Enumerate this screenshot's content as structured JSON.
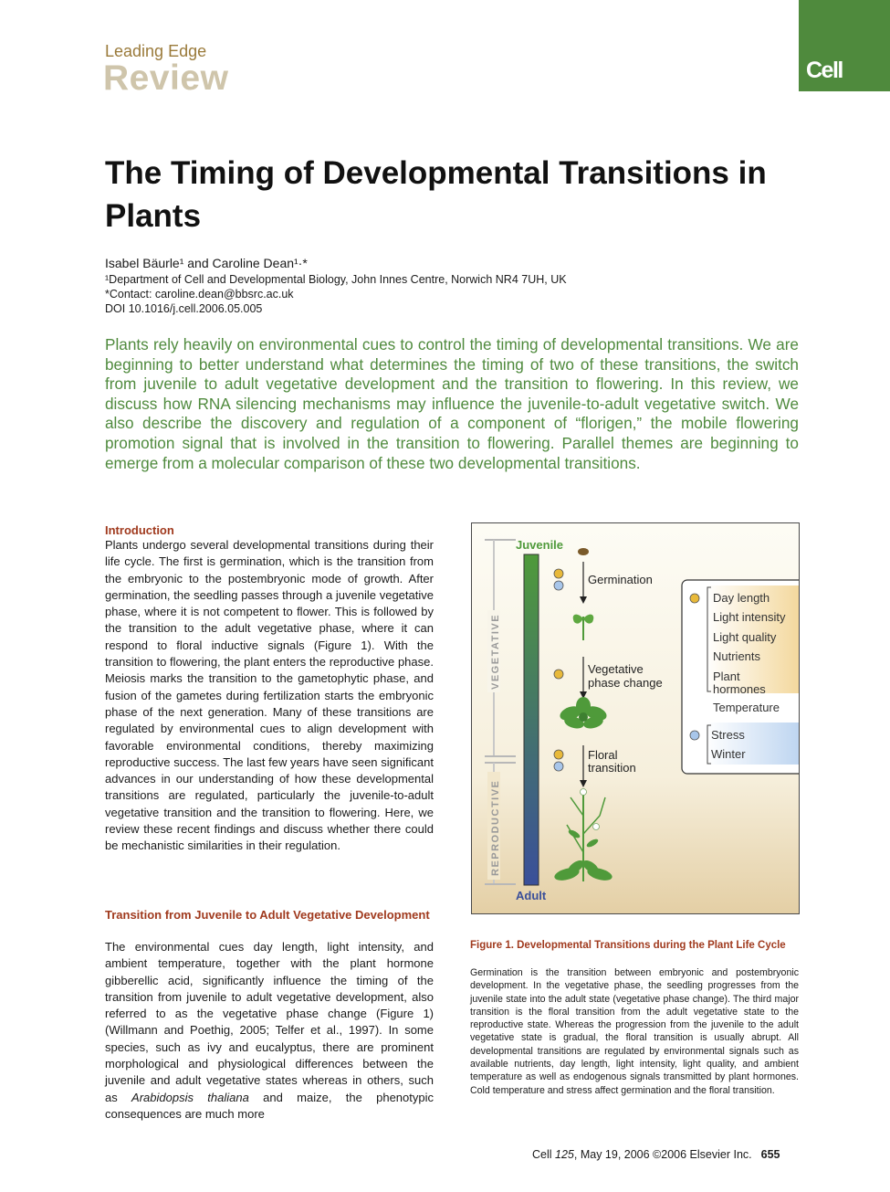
{
  "header": {
    "kicker": "Leading Edge",
    "section": "Review",
    "logo": "Cell",
    "logo_color": "#4f8a3d"
  },
  "article": {
    "title": "The Timing of Developmental Transitions in Plants",
    "authors": "Isabel Bäurle¹ and Caroline Dean¹·*",
    "affiliation": "¹Department of Cell and Developmental Biology, John Innes Centre, Norwich NR4 7UH, UK",
    "contact": "*Contact: caroline.dean@bbsrc.ac.uk",
    "doi": "DOI 10.1016/j.cell.2006.05.005",
    "abstract": "Plants rely heavily on environmental cues to control the timing of developmental transitions. We are beginning to better understand what determines the timing of two of these transitions, the switch from juvenile to adult vegetative development and the transition to flowering. In this review, we discuss how RNA silencing mechanisms may influence the juvenile-to-adult vegetative switch. We also describe the discovery and regulation of a component of “florigen,” the mobile flowering promotion signal that is involved in the transition to flowering. Parallel themes are beginning to emerge from a molecular comparison of these two developmental transitions."
  },
  "body": {
    "intro_heading": "Introduction",
    "intro_text": "Plants undergo several developmental transitions during their life cycle. The first is germination, which is the transition from the embryonic to the postembryonic mode of growth. After germination, the seedling passes through a juvenile vegetative phase, where it is not competent to flower. This is followed by the transition to the adult vegetative phase, where it can respond to floral inductive signals (Figure 1). With the transition to flowering, the plant enters the reproductive phase. Meiosis marks the transition to the gametophytic phase, and fusion of the gametes during fertilization starts the embryonic phase of the next generation. Many of these transitions are regulated by environmental cues to align development with favorable environmental conditions, thereby maximizing reproductive success. The last few years have seen significant advances in our understanding of how these developmental transitions are regulated, particularly the juvenile-to-adult vegetative transition and the transition to flowering. Here, we review these recent findings and discuss whether there could be mechanistic similarities in their regulation.",
    "section2_heading": "Transition from Juvenile to Adult Vegetative Development",
    "section2_text_a": "The environmental cues day length, light intensity, and ambient temperature, together with the plant hormone gibberellic acid, significantly influence the timing of the transition from juvenile to adult vegetative development, also referred to as the vegetative phase change (Figure 1) (Willmann and Poethig, 2005; Telfer et al., 1997). In some species, such as ivy and eucalyptus, there are prominent morphological and physiological differences between the juvenile and adult vegetative states whereas in others, such as ",
    "section2_italic": "Arabidopsis thaliana",
    "section2_text_b": " and maize, the phenotypic consequences are much more"
  },
  "figure": {
    "juvenile": "Juvenile",
    "adult": "Adult",
    "vegetative": "VEGETATIVE",
    "reproductive": "REPRODUCTIVE",
    "germination": "Germination",
    "vegetative_line1": "Vegetative",
    "vegetative_line2": "phase change",
    "floral_line1": "Floral",
    "floral_line2": "transition",
    "cues_positive": [
      "Day length",
      "Light intensity",
      "Light quality",
      "Nutrients",
      "Plant",
      "hormones",
      "Temperature"
    ],
    "cues_negative": [
      "Stress",
      "Winter"
    ],
    "colors": {
      "juvenile": "#4f9a3a",
      "adult": "#3a4f9a",
      "positive_dot": "#e8b93a",
      "negative_dot": "#a8c6ea"
    }
  },
  "caption": {
    "title": "Figure 1. Developmental Transitions during the Plant Life Cycle",
    "text": "Germination is the transition between embryonic and postembryonic development. In the vegetative phase, the seedling progresses from the juvenile state into the adult state (vegetative phase change). The third major transition is the floral transition from the adult vegetative state to the reproductive state. Whereas the progression from the juvenile to the adult vegetative state is gradual, the floral transition is usually abrupt. All developmental transitions are regulated by environmental signals such as available nutrients, day length, light intensity, light quality, and ambient temperature as well as endogenous signals transmitted by plant hormones. Cold temperature and stress affect germination and the floral transition."
  },
  "footer": {
    "journal": "Cell",
    "volume": "125",
    "date_publisher": ", May 19, 2006 ©2006 Elsevier Inc.",
    "page": "655"
  }
}
